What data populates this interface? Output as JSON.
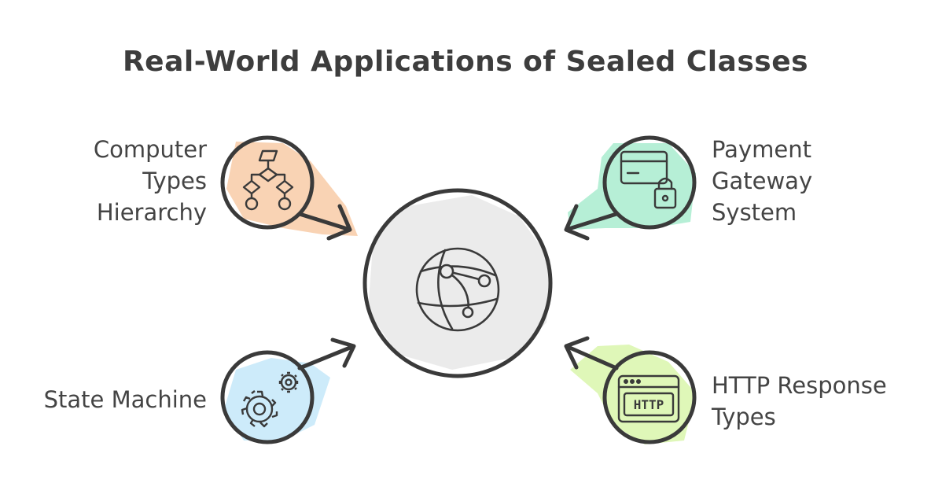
{
  "title": "Real-World Applications of Sealed Classes",
  "center": {
    "icon": "globe-network-icon"
  },
  "items": [
    {
      "label": "Computer\nTypes\nHierarchy",
      "icon": "flowchart-hierarchy-icon",
      "color": "#f9d3b4"
    },
    {
      "label": "Payment\nGateway\nSystem",
      "icon": "credit-card-lock-icon",
      "color": "#b6efd6"
    },
    {
      "label": "State Machine",
      "icon": "gears-icon",
      "color": "#cdebfa"
    },
    {
      "label": "HTTP Response\nTypes",
      "icon": "http-window-icon",
      "color": "#dff7b8"
    }
  ],
  "colors": {
    "stroke": "#3a3a3a",
    "center_fill": "#ebebeb"
  }
}
